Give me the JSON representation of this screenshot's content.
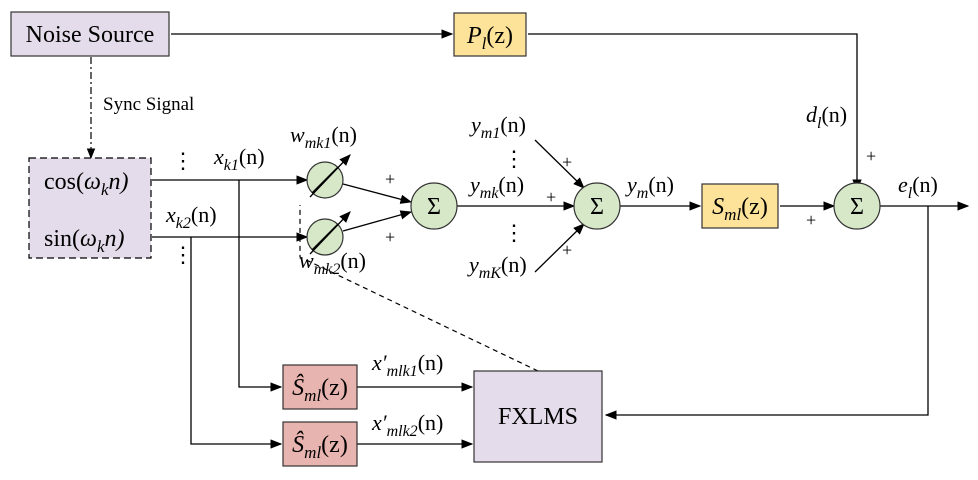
{
  "colors": {
    "purple_box": "#e4dcea",
    "yellow_box": "#fde39a",
    "red_box": "#e8b4b0",
    "sum_circle": "#d6e8c8"
  },
  "blocks": {
    "noise_source": "Noise Source",
    "plant_P": "P",
    "plant_P_sub": "l",
    "plant_P_arg": "(z)",
    "cos_gen_fn": "cos(",
    "cos_gen_omega": "ω",
    "cos_gen_sub": "k",
    "cos_gen_tail": "n)",
    "sin_gen_fn": "sin(",
    "sin_gen_omega": "ω",
    "sin_gen_sub": "k",
    "sin_gen_tail": "n)",
    "sec_path_S": "S",
    "sec_path_sub": "ml",
    "sec_path_arg": "(z)",
    "est1_S": "Ŝ",
    "est1_sub": "ml",
    "est1_arg": "(z)",
    "est2_S": "Ŝ",
    "est2_sub": "ml",
    "est2_arg": "(z)",
    "fxlms": "FXLMS",
    "sum_symbol": "Σ"
  },
  "labels": {
    "sync_signal": "Sync Signal",
    "ellipsis": "⋮",
    "plus": "+",
    "xk1_main": "x",
    "xk1_sub": "k1",
    "xk1_arg": "(n)",
    "xk2_main": "x",
    "xk2_sub": "k2",
    "xk2_arg": "(n)",
    "wmk1_main": "w",
    "wmk1_sub": "mk1",
    "wmk1_arg": "(n)",
    "wmk2_main": "w",
    "wmk2_sub": "mk2",
    "wmk2_arg": "(n)",
    "ym1_main": "y",
    "ym1_sub": "m1",
    "ym1_arg": "(n)",
    "ymk_main": "y",
    "ymk_sub": "mk",
    "ymk_arg": "(n)",
    "ymK_main": "y",
    "ymK_sub": "mK",
    "ymK_arg": "(n)",
    "ym_main": "y",
    "ym_sub": "m",
    "ym_arg": "(n)",
    "dl_main": "d",
    "dl_sub": "l",
    "dl_arg": "(n)",
    "el_main": "e",
    "el_sub": "l",
    "el_arg": "(n)",
    "xp1_main": "x′",
    "xp1_sub": "mlk1",
    "xp1_arg": "(n)",
    "xp2_main": "x′",
    "xp2_sub": "mlk2",
    "xp2_arg": "(n)"
  }
}
